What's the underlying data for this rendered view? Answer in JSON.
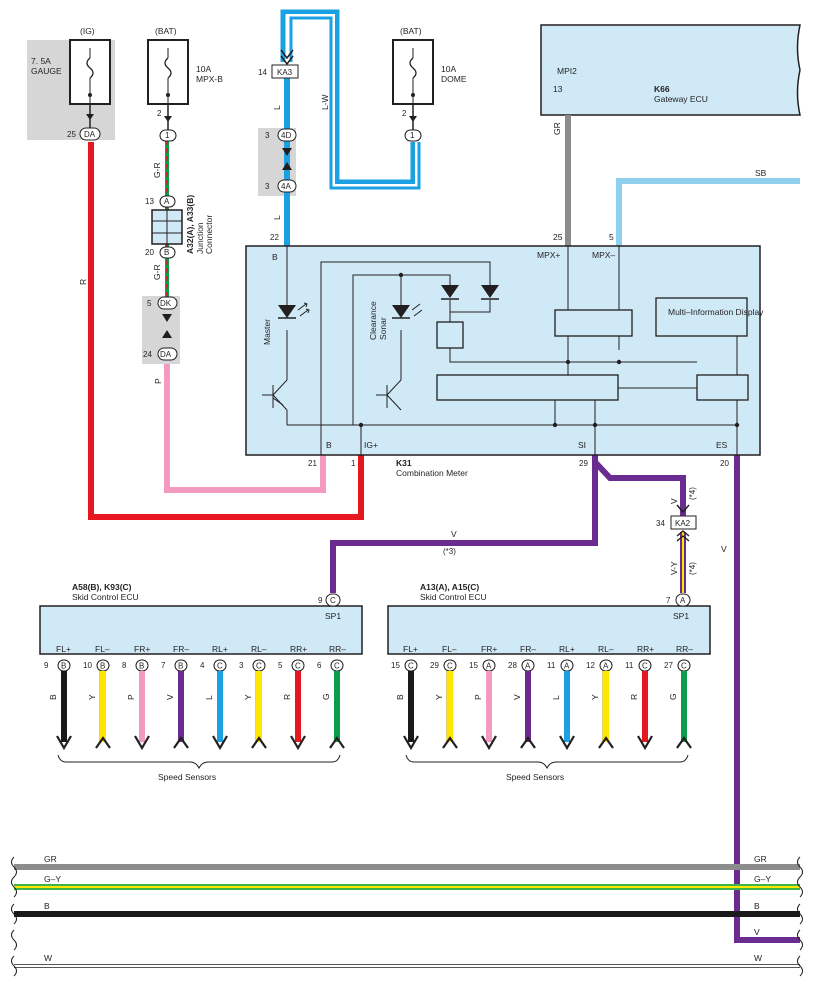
{
  "sources": {
    "ig": {
      "tag": "(IG)",
      "rating": "7. 5A",
      "name": "GAUGE",
      "pin": "25",
      "conn": "DA"
    },
    "bat1": {
      "tag": "(BAT)",
      "rating": "10A",
      "name": "MPX-B",
      "pin": "2",
      "conn": "1"
    },
    "bat2": {
      "tag": "(BAT)",
      "rating": "10A",
      "name": "DOME",
      "pin": "2",
      "conn": "1"
    }
  },
  "wires": {
    "r": "R",
    "gr_main": "G-R",
    "gr2": "G-R",
    "p": "P",
    "l": "L",
    "l2": "L",
    "lw": "L-W",
    "gr_mpx": "GR",
    "sb": "SB",
    "v1": "V",
    "v2": "V",
    "v3": "V",
    "vy": "V-Y",
    "note4a": "(*4)",
    "note4b": "(*4)",
    "note3": "(*3)"
  },
  "connectors": {
    "ka3": {
      "pin": "14",
      "id": "KA3"
    },
    "d4": {
      "pin": "3",
      "id": "4D"
    },
    "a4": {
      "pin": "3",
      "id": "4A"
    },
    "pin22": "22",
    "j_top": {
      "pin": "13",
      "id": "A"
    },
    "j_bot": {
      "pin": "20",
      "id": "B"
    },
    "j_label": "A32(A), A33(B)",
    "j_name1": "Junction",
    "j_name2": "Connector",
    "dk": {
      "pin": "5",
      "id": "DK"
    },
    "da": {
      "pin": "24",
      "id": "DA"
    },
    "ka2": {
      "pin": "34",
      "id": "KA2"
    }
  },
  "gateway": {
    "pin_label": "MPI2",
    "pin": "13",
    "code": "K66",
    "name": "Gateway ECU"
  },
  "meter": {
    "code": "K31",
    "name": "Combination Meter",
    "pin_b": "B",
    "pin_mpxp": "MPX+",
    "pin_mpxm": "MPX–",
    "num_mpxp": "25",
    "num_mpxm": "5",
    "lamp1": "Master",
    "lamp2a": "Clearance",
    "lamp2b": "Sonar",
    "mid": "Multi–Information Display",
    "bot_b": "B",
    "bot_ig": "IG+",
    "bot_si": "SI",
    "bot_es": "ES",
    "num_b": "21",
    "num_ig": "1",
    "num_si": "29",
    "num_es": "20"
  },
  "ecu_left": {
    "codes": "A58(B), K93(C)",
    "name": "Skid Control ECU",
    "sp_pin": "9",
    "sp_conn": "C",
    "sp_label": "SP1",
    "pins": [
      {
        "label": "FL+",
        "num": "9",
        "conn": "B",
        "wire": "B",
        "color": "#1a1a1a"
      },
      {
        "label": "FL–",
        "num": "10",
        "conn": "B",
        "wire": "Y",
        "color": "#ffe600"
      },
      {
        "label": "FR+",
        "num": "8",
        "conn": "B",
        "wire": "P",
        "color": "#f49ac1"
      },
      {
        "label": "FR–",
        "num": "7",
        "conn": "B",
        "wire": "V",
        "color": "#6a2c91"
      },
      {
        "label": "RL+",
        "num": "4",
        "conn": "C",
        "wire": "L",
        "color": "#1ba1e2"
      },
      {
        "label": "RL–",
        "num": "3",
        "conn": "C",
        "wire": "Y",
        "color": "#ffe600"
      },
      {
        "label": "RR+",
        "num": "5",
        "conn": "C",
        "wire": "R",
        "color": "#e8171f"
      },
      {
        "label": "RR–",
        "num": "6",
        "conn": "C",
        "wire": "G",
        "color": "#0b9d4a"
      }
    ],
    "caption": "Speed Sensors"
  },
  "ecu_right": {
    "codes": "A13(A), A15(C)",
    "name": "Skid Control ECU",
    "sp_pin": "7",
    "sp_conn": "A",
    "sp_label": "SP1",
    "pins": [
      {
        "label": "FL+",
        "num": "15",
        "conn": "C",
        "wire": "B",
        "color": "#1a1a1a"
      },
      {
        "label": "FL–",
        "num": "29",
        "conn": "C",
        "wire": "Y",
        "color": "#ffe600"
      },
      {
        "label": "FR+",
        "num": "15",
        "conn": "A",
        "wire": "P",
        "color": "#f49ac1"
      },
      {
        "label": "FR–",
        "num": "28",
        "conn": "A",
        "wire": "V",
        "color": "#6a2c91"
      },
      {
        "label": "RL+",
        "num": "11",
        "conn": "A",
        "wire": "L",
        "color": "#1ba1e2"
      },
      {
        "label": "RL–",
        "num": "12",
        "conn": "A",
        "wire": "Y",
        "color": "#ffe600"
      },
      {
        "label": "RR+",
        "num": "11",
        "conn": "C",
        "wire": "R",
        "color": "#e8171f"
      },
      {
        "label": "RR–",
        "num": "27",
        "conn": "C",
        "wire": "G",
        "color": "#0b9d4a"
      }
    ],
    "caption": "Speed Sensors"
  },
  "bus": [
    {
      "label": "GR",
      "color": "#8c8c8c"
    },
    {
      "label": "G–Y",
      "color": "#3cb54a"
    },
    {
      "label": "B",
      "color": "#1a1a1a"
    },
    {
      "label": "V",
      "color": "#6a2c91"
    },
    {
      "label": "W",
      "color": "#ffffff"
    }
  ],
  "colors": {
    "fill": "#cfe9f6",
    "shade": "#d6d6d6",
    "red": "#e8171f",
    "pink": "#f49ac1",
    "blue": "#1ba1e2",
    "lightblue": "#8fd0ef",
    "violet": "#6a2c91",
    "gray": "#8c8c8c"
  }
}
